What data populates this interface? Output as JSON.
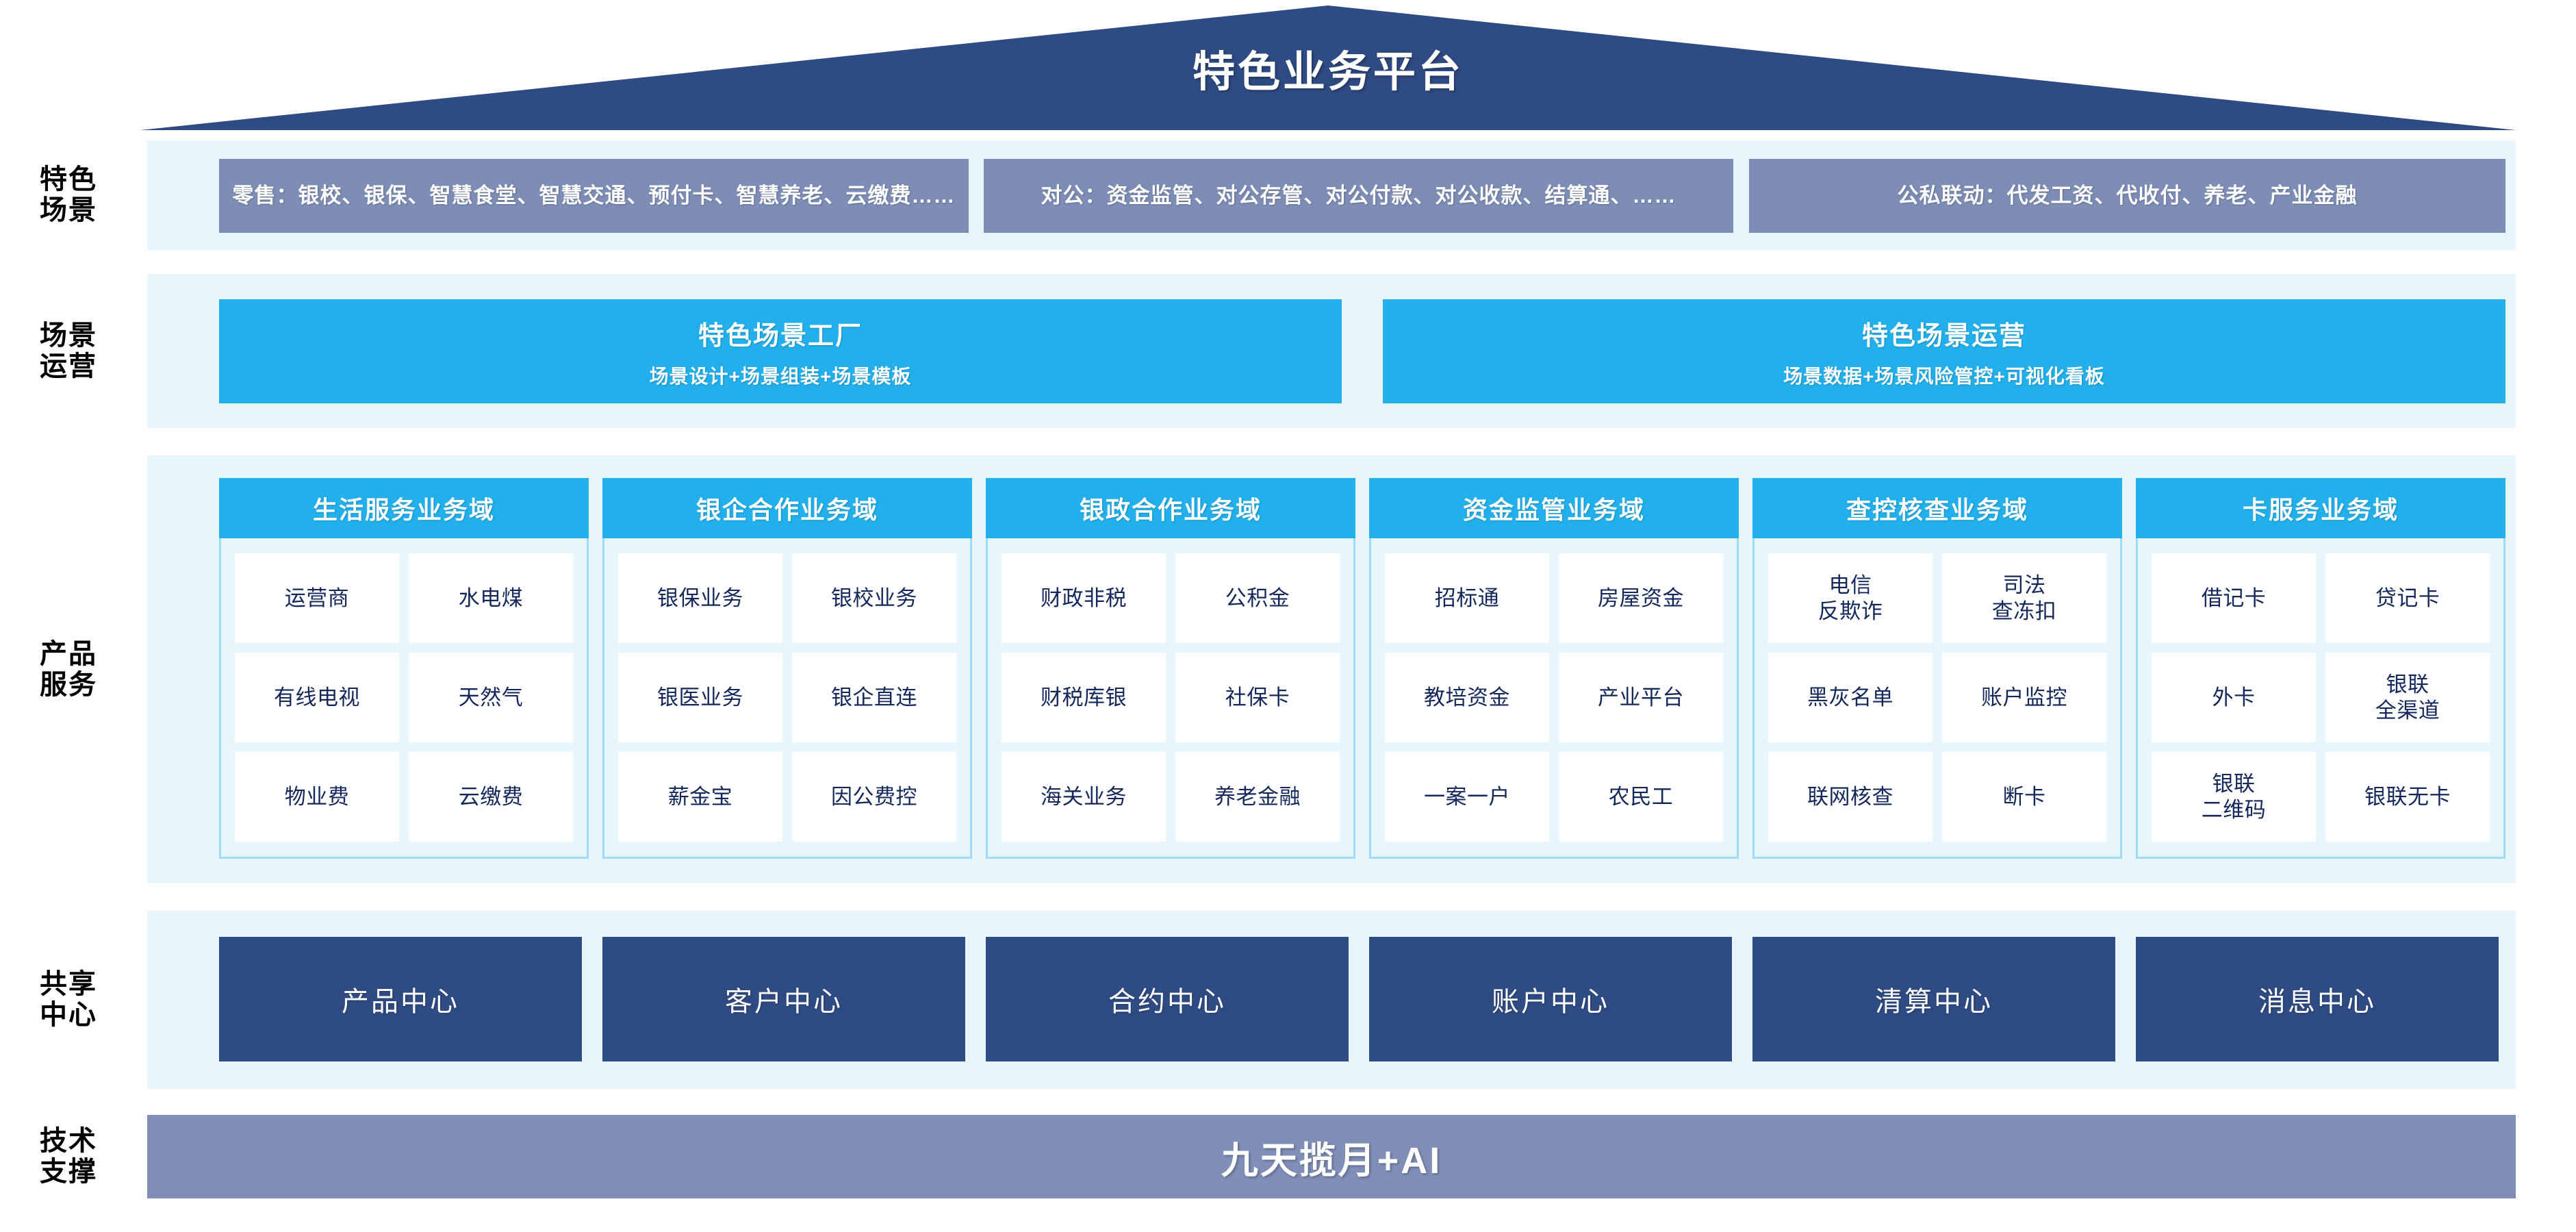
{
  "header": {
    "title": "特色业务平台",
    "colors": {
      "roof": "#2f4b83"
    }
  },
  "colors": {
    "band_background": "#e7f5fd",
    "scene_box": "#7d8db5",
    "cyan": "#22b0ec",
    "navy": "#2f4b83",
    "tech_bar": "#808fb8",
    "cell_text": "#14275c"
  },
  "rows": {
    "scene": {
      "label_line1": "特色",
      "label_line2": "场景"
    },
    "operation": {
      "label_line1": "场景",
      "label_line2": "运营"
    },
    "product": {
      "label_line1": "产品",
      "label_line2": "服务"
    },
    "share": {
      "label_line1": "共享",
      "label_line2": "中心"
    },
    "tech": {
      "label_line1": "技术",
      "label_line2": "支撑"
    }
  },
  "scene_boxes": [
    {
      "text": "零售：银校、银保、智慧食堂、智慧交通、预付卡、智慧养老、云缴费……"
    },
    {
      "text": "对公：资金监管、对公存管、对公付款、对公收款、结算通、……"
    },
    {
      "text": "公私联动：代发工资、代收付、养老、产业金融"
    }
  ],
  "operation_boxes": [
    {
      "title": "特色场景工厂",
      "subtitle": "场景设计+场景组装+场景模板"
    },
    {
      "title": "特色场景运营",
      "subtitle": "场景数据+场景风险管控+可视化看板"
    }
  ],
  "domains": [
    {
      "title": "生活服务业务域",
      "items": [
        "运营商",
        "水电煤",
        "有线电视",
        "天然气",
        "物业费",
        "云缴费"
      ]
    },
    {
      "title": "银企合作业务域",
      "items": [
        "银保业务",
        "银校业务",
        "银医业务",
        "银企直连",
        "薪金宝",
        "因公费控"
      ]
    },
    {
      "title": "银政合作业务域",
      "items": [
        "财政非税",
        "公积金",
        "财税库银",
        "社保卡",
        "海关业务",
        "养老金融"
      ]
    },
    {
      "title": "资金监管业务域",
      "items": [
        "招标通",
        "房屋资金",
        "教培资金",
        "产业平台",
        "一案一户",
        "农民工"
      ]
    },
    {
      "title": "查控核查业务域",
      "items": [
        "电信\n反欺诈",
        "司法\n查冻扣",
        "黑灰名单",
        "账户监控",
        "联网核查",
        "断卡"
      ]
    },
    {
      "title": "卡服务业务域",
      "items": [
        "借记卡",
        "贷记卡",
        "外卡",
        "银联\n全渠道",
        "银联\n二维码",
        "银联无卡"
      ]
    }
  ],
  "share_centers": [
    {
      "label": "产品中心"
    },
    {
      "label": "客户中心"
    },
    {
      "label": "合约中心"
    },
    {
      "label": "账户中心"
    },
    {
      "label": "清算中心"
    },
    {
      "label": "消息中心"
    }
  ],
  "tech_support": {
    "title": "九天揽月+AI"
  }
}
